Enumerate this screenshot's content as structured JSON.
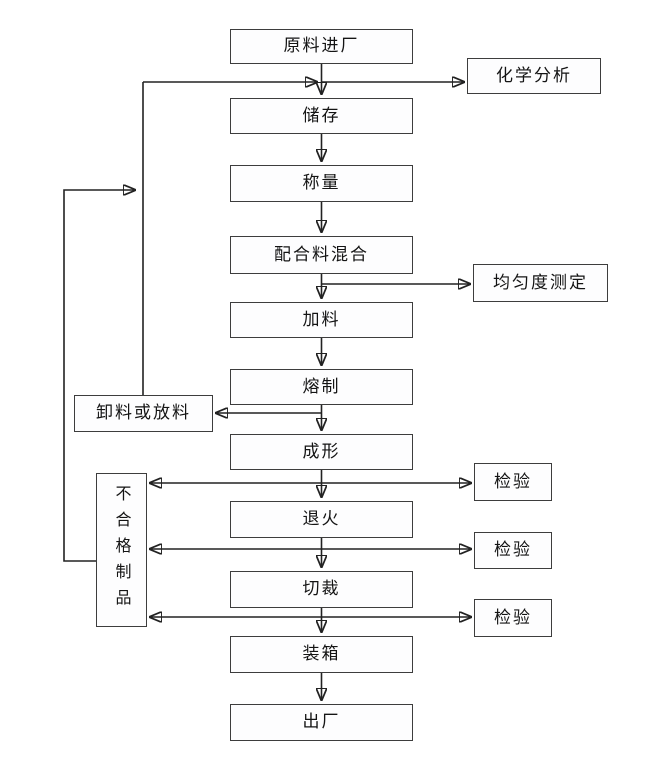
{
  "diagram": {
    "type": "flowchart",
    "background": "#ffffff",
    "line_color": "#222222",
    "box_border_color": "#3d3d3d",
    "box_fill_color": "#fdfdfe",
    "text_color": "#141414"
  },
  "nodes": {
    "raw_in": {
      "label": "原料进厂"
    },
    "chemical_analysis": {
      "label": "化学分析"
    },
    "storage": {
      "label": "储存"
    },
    "weighing": {
      "label": "称量"
    },
    "mixing": {
      "label": "配合料混合"
    },
    "uniformity_test": {
      "label": "均匀度测定"
    },
    "feeding": {
      "label": "加料"
    },
    "melting": {
      "label": "熔制"
    },
    "unloading": {
      "label": "卸料或放料"
    },
    "forming": {
      "label": "成形"
    },
    "annealing": {
      "label": "退火"
    },
    "cutting": {
      "label": "切裁"
    },
    "packing": {
      "label": "装箱"
    },
    "shipping": {
      "label": "出厂"
    },
    "inspection_1": {
      "label": "检验"
    },
    "inspection_2": {
      "label": "检验"
    },
    "inspection_3": {
      "label": "检验"
    },
    "rejected": {
      "label": "不合格制品"
    }
  },
  "edges": [
    {
      "from": "原料进厂",
      "to": "化学分析"
    },
    {
      "from": "原料进厂",
      "to": "储存"
    },
    {
      "from": "储存",
      "to": "称量"
    },
    {
      "from": "称量",
      "to": "配合料混合"
    },
    {
      "from": "配合料混合",
      "to": "均匀度测定"
    },
    {
      "from": "配合料混合",
      "to": "加料"
    },
    {
      "from": "加料",
      "to": "熔制"
    },
    {
      "from": "熔制",
      "to": "卸料或放料"
    },
    {
      "from": "卸料或放料",
      "to": "储存",
      "note": "feedback loop"
    },
    {
      "from": "熔制",
      "to": "成形"
    },
    {
      "from": "成形",
      "to": "检验",
      "style": "double-arrow"
    },
    {
      "from": "成形",
      "to": "退火"
    },
    {
      "from": "退火",
      "to": "检验",
      "style": "double-arrow"
    },
    {
      "from": "退火",
      "to": "切裁"
    },
    {
      "from": "切裁",
      "to": "检验",
      "style": "double-arrow"
    },
    {
      "from": "切裁",
      "to": "装箱"
    },
    {
      "from": "检验",
      "to": "不合格制品"
    },
    {
      "from": "不合格制品",
      "to": "储存",
      "note": "feedback loop"
    },
    {
      "from": "装箱",
      "to": "出厂"
    }
  ]
}
